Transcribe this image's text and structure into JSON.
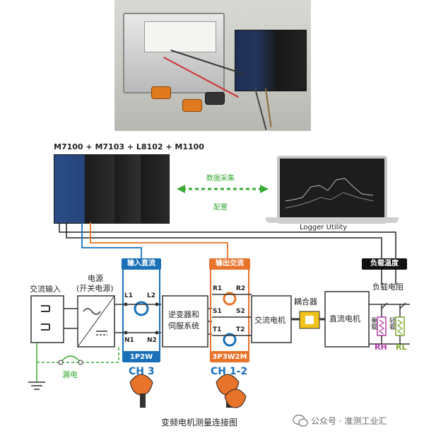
{
  "photo": {
    "alt": "photo of measurement setup"
  },
  "logger": {
    "model_label": "M7100 + M7103 + L8102 + M1100"
  },
  "pc": {
    "label": "Logger Utility"
  },
  "link": {
    "top_label": "数据采集",
    "bottom_label": "配置",
    "color": "#3aa935"
  },
  "tags": {
    "input_dc": "输入直流",
    "output_ac": "输出交流",
    "load_temp": "负载温度",
    "input_color": "#1a70b8",
    "output_color": "#e8732a",
    "load_color": "#111111"
  },
  "blocks": {
    "ac_input": "交流输入",
    "power_supply": "电源",
    "power_supply_sub": "(开关电源)",
    "inverter_line1": "逆变器和",
    "inverter_line2": "伺服系统",
    "ac_motor": "交流电机",
    "coupler": "耦合器",
    "dc_motor": "直流电机",
    "load_resistor": "负载电阻",
    "leakage": "漏电"
  },
  "sensor_left": {
    "terminals": [
      "L1",
      "L2",
      "N1",
      "N2"
    ],
    "mode": "1P2W",
    "channel": "CH 3"
  },
  "sensor_right": {
    "terminals": [
      "R1",
      "R2",
      "S1",
      "S2",
      "T1",
      "T2"
    ],
    "mode": "3P3W2M",
    "channel": "CH 1-2"
  },
  "load": {
    "heavy": "重载",
    "light": "轻载",
    "rh": "RH",
    "rl": "RL",
    "rh_color": "#b03aa8",
    "rl_color": "#7da82e"
  },
  "caption": "变频电机测量连接图",
  "watermark": "公众号 · 准测工业汇"
}
